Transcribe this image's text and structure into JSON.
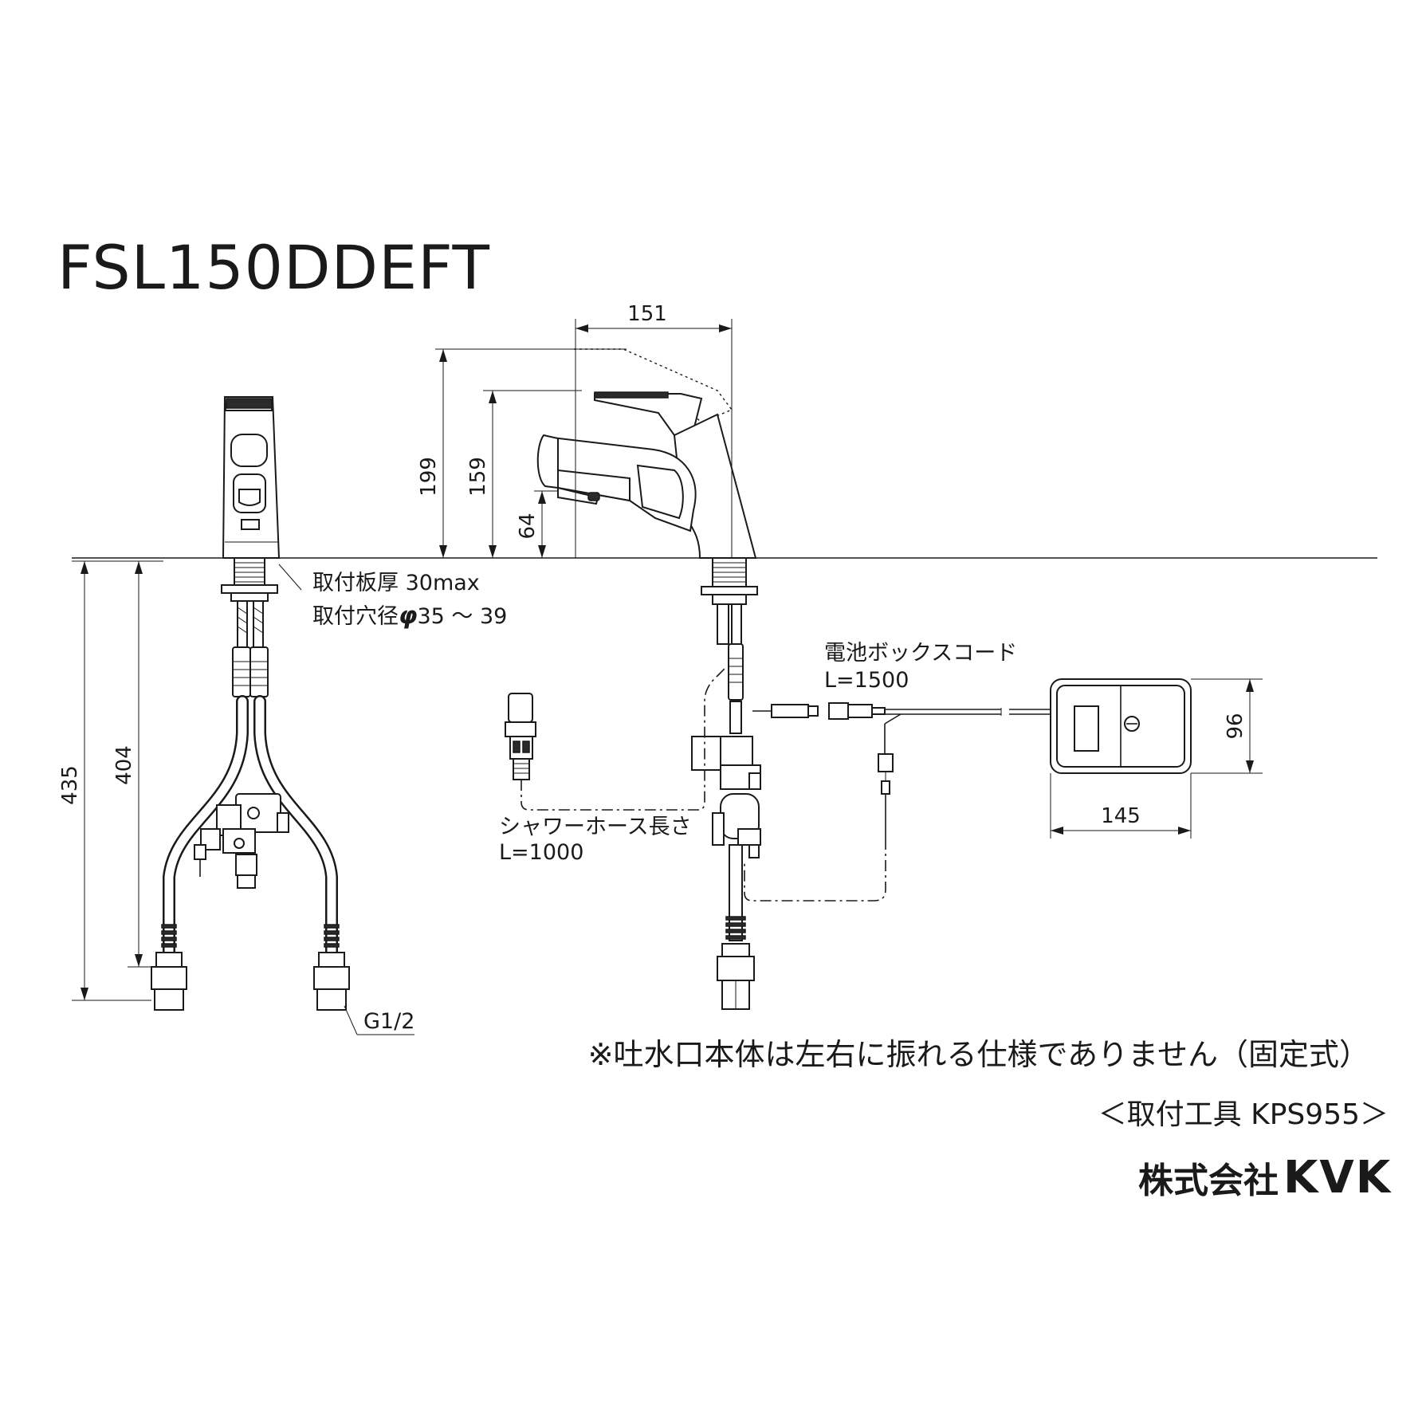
{
  "title": "FSL150DDEFT",
  "dimensions": {
    "spout_reach": "151",
    "total_height": "199",
    "spout_height": "159",
    "outlet_height": "64",
    "length_below_deck": "435",
    "hose_length_below_deck": "404",
    "battery_box_height": "96",
    "battery_box_width": "145"
  },
  "labels": {
    "plate_thickness": "取付板厚 30max",
    "hole_diameter_prefix": "取付穴径",
    "hole_diameter_symbol": "φ",
    "hole_diameter_value": "35 ～ 39",
    "battery_cord_name": "電池ボックスコード",
    "battery_cord_length": "L=1500",
    "shower_hose_name": "シャワーホース長さ",
    "shower_hose_length": "L=1000",
    "thread_size": "G1/2"
  },
  "notes": {
    "fixed_spout": "※吐水口本体は左右に振れる仕様でありません（固定式）",
    "mounting_tool": "＜取付工具 KPS955＞"
  },
  "maker": {
    "company": "株式会社",
    "brand": "KVK"
  }
}
